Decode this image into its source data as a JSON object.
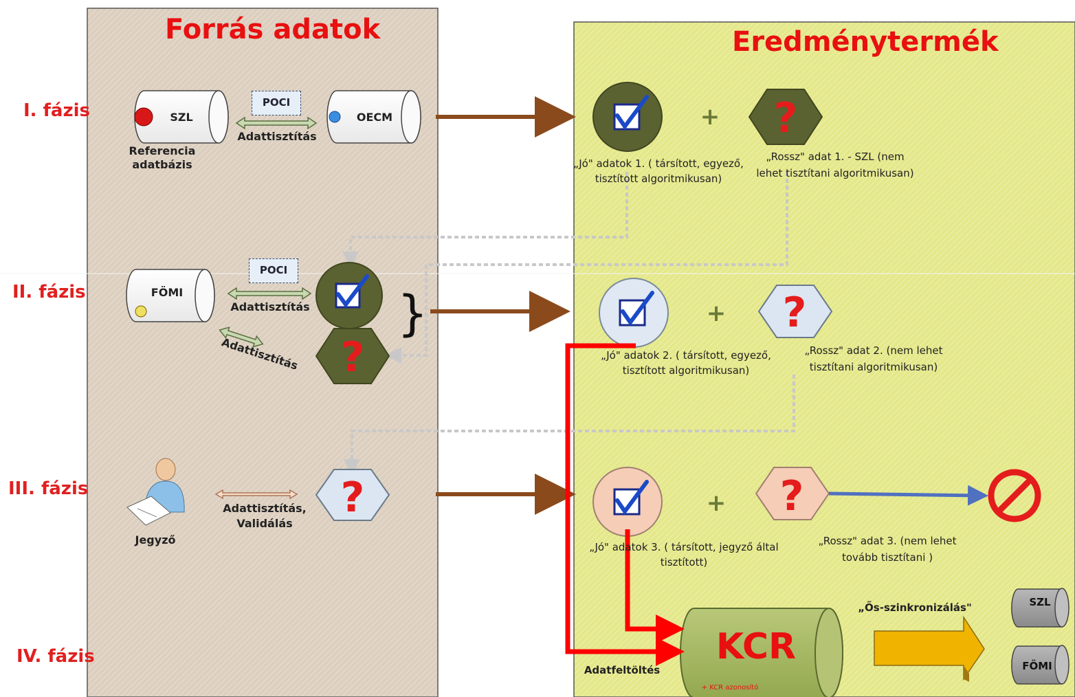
{
  "panels": {
    "source_title": "Forrás adatok",
    "result_title": "Eredménytermék"
  },
  "phases": [
    "I. fázis",
    "II. fázis",
    "III. fázis",
    "IV. fázis"
  ],
  "source": {
    "szl": "SZL",
    "oecm": "OECM",
    "reference_db": "Referencia adatbázis",
    "poci_1": "POCI",
    "cleaning_1": "Adattisztítás",
    "fomi": "FÖMI",
    "poci_2": "POCI",
    "cleaning_2": "Adattisztítás",
    "cleaning_2b": "Adattisztítás",
    "notary": "Jegyző",
    "cleaning_3a": "Adattisztítás,",
    "cleaning_3b": "Validálás",
    "brace": "}"
  },
  "results": {
    "good_1_a": "„Jó\" adatok 1. ( társított, egyező,",
    "good_1_b": "tisztított algoritmikusan)",
    "bad_1_a": "„Rossz\" adat 1. - SZL (nem",
    "bad_1_b": "lehet tisztítani algoritmikusan)",
    "good_2_a": "„Jó\" adatok 2. ( társított, egyező,",
    "good_2_b": "tisztított algoritmikusan)",
    "bad_2_a": "„Rossz\" adat 2.  (nem lehet",
    "bad_2_b": "tisztítani algoritmikusan)",
    "good_3_a": "„Jó\" adatok 3. ( társított, jegyző által",
    "good_3_b": "tisztított)",
    "bad_3_a": "„Rossz\" adat 3.  (nem lehet",
    "bad_3_b": "tovább tisztítani )",
    "plus": "+",
    "question": "?"
  },
  "bottom": {
    "kcr": "KCR",
    "kcr_id": "+ KCR azonosító",
    "upload": "Adatfeltöltés",
    "sync": "„Ős-szinkronizálás\"",
    "szl": "SZL",
    "fomi": "FÖMI"
  },
  "colors": {
    "source_bg": "#dccfbf",
    "result_bg": "#e4e88a",
    "title_red": "#e81010",
    "flow_brown": "#8b4a1c",
    "kcr_red": "#ff0000",
    "good_dark": "#5a6232",
    "good_light_blue": "#dfe8f3",
    "good_peach": "#f6cdb6",
    "kcr_green": "#a6b866",
    "sync_arrow": "#f0b400",
    "stop_red": "#e41c1c",
    "blue_arrow": "#5070c0"
  },
  "icons": [
    "database-icon",
    "checkbox-check-icon",
    "question-hexagon-icon",
    "person-icon",
    "stop-icon",
    "double-arrow-icon",
    "block-arrow-icon"
  ]
}
